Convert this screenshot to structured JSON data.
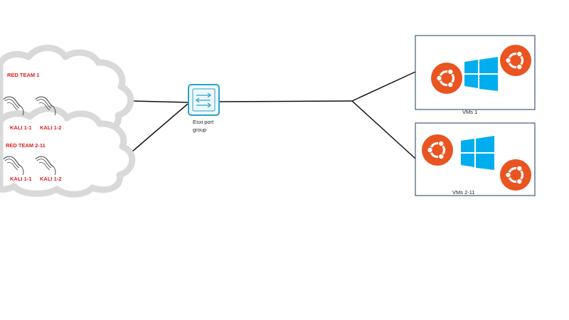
{
  "clouds": [
    {
      "team_label": "RED TEAM 1",
      "hosts": [
        "KALI 1-1",
        "KALI 1-2"
      ]
    },
    {
      "team_label": "RED TEAM 2-11",
      "hosts": [
        "KALI 1-1",
        "KALI 1-2"
      ]
    }
  ],
  "switch": {
    "label_line1": "Esxi port",
    "label_line2": "group",
    "icon": "network-switch-icon"
  },
  "vm_groups": [
    {
      "label": "VMs 1",
      "icons": [
        "ubuntu-logo",
        "windows-logo",
        "ubuntu-logo"
      ]
    },
    {
      "label": "VMs 2-11",
      "icons": [
        "ubuntu-logo",
        "windows-logo",
        "ubuntu-logo"
      ]
    }
  ],
  "colors": {
    "ubuntu": "#e95420",
    "windows": "#00adef",
    "kali_text": "#e02020",
    "switch": "#2aa3c8",
    "cloud_outline": "#d9d9d9"
  }
}
